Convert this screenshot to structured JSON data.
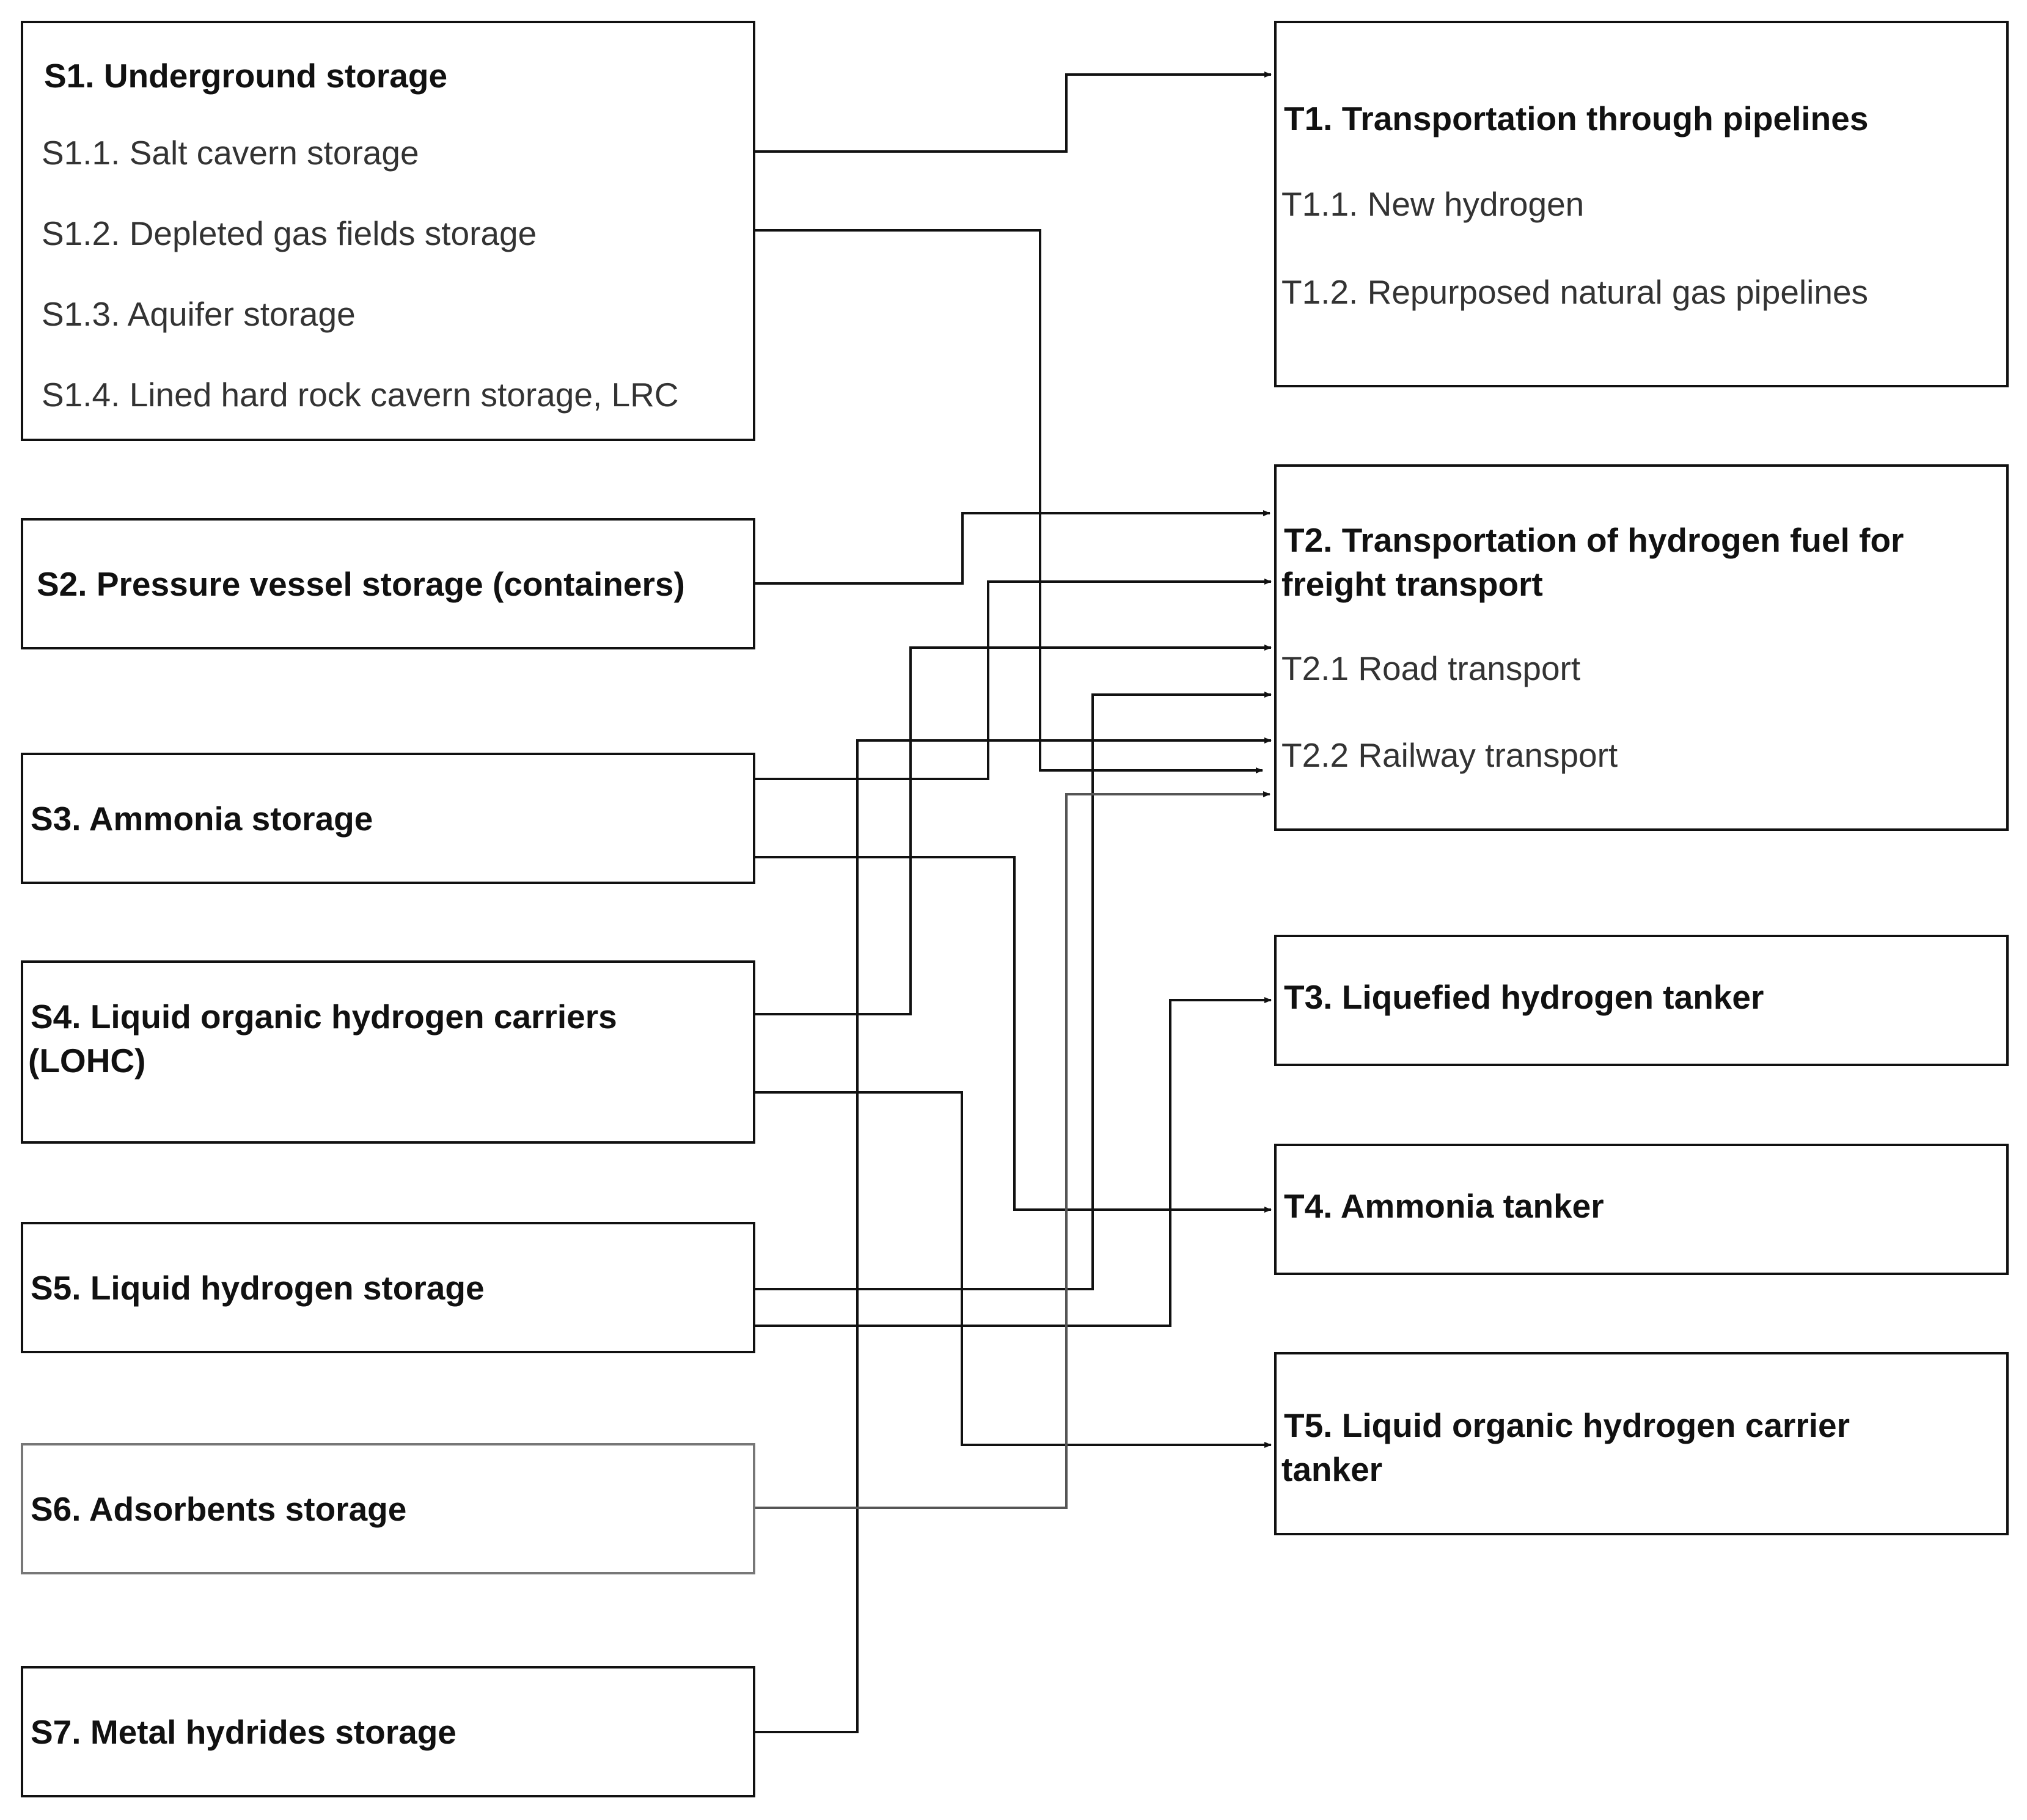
{
  "storage": [
    {
      "id": "S1",
      "title": "S1. Underground storage",
      "items": [
        "S1.1. Salt cavern storage",
        "S1.2. Depleted gas fields storage",
        "S1.3. Aquifer storage",
        "S1.4. Lined hard rock cavern storage, LRC"
      ]
    },
    {
      "id": "S2",
      "title": "S2. Pressure vessel storage (containers)"
    },
    {
      "id": "S3",
      "title": "S3. Ammonia storage"
    },
    {
      "id": "S4",
      "title_line1": "S4. Liquid organic hydrogen carriers",
      "title_line2": "(LOHC)"
    },
    {
      "id": "S5",
      "title": "S5. Liquid hydrogen storage"
    },
    {
      "id": "S6",
      "title": "S6. Adsorbents storage"
    },
    {
      "id": "S7",
      "title": "S7. Metal hydrides storage"
    }
  ],
  "transport": [
    {
      "id": "T1",
      "title": "T1. Transportation through pipelines",
      "items": [
        "T1.1. New hydrogen",
        "T1.2. Repurposed natural gas pipelines"
      ]
    },
    {
      "id": "T2",
      "title_line1": "T2. Transportation of hydrogen fuel for",
      "title_line2": "freight transport",
      "items": [
        "T2.1 Road transport",
        "T2.2 Railway transport"
      ]
    },
    {
      "id": "T3",
      "title": "T3. Liquefied hydrogen tanker"
    },
    {
      "id": "T4",
      "title": "T4. Ammonia tanker"
    },
    {
      "id": "T5",
      "title_line1": "T5. Liquid organic hydrogen carrier",
      "title_line2": "tanker"
    }
  ],
  "connections": [
    {
      "from": "S1.1",
      "to": "T1"
    },
    {
      "from": "S1.2",
      "to": "T2"
    },
    {
      "from": "S2",
      "to": "T2"
    },
    {
      "from": "S3",
      "to": "T2"
    },
    {
      "from": "S3",
      "to": "T4"
    },
    {
      "from": "S4",
      "to": "T2"
    },
    {
      "from": "S4",
      "to": "T5"
    },
    {
      "from": "S5",
      "to": "T2"
    },
    {
      "from": "S5",
      "to": "T3"
    },
    {
      "from": "S6",
      "to": "T2"
    },
    {
      "from": "S7",
      "to": "T2"
    }
  ]
}
